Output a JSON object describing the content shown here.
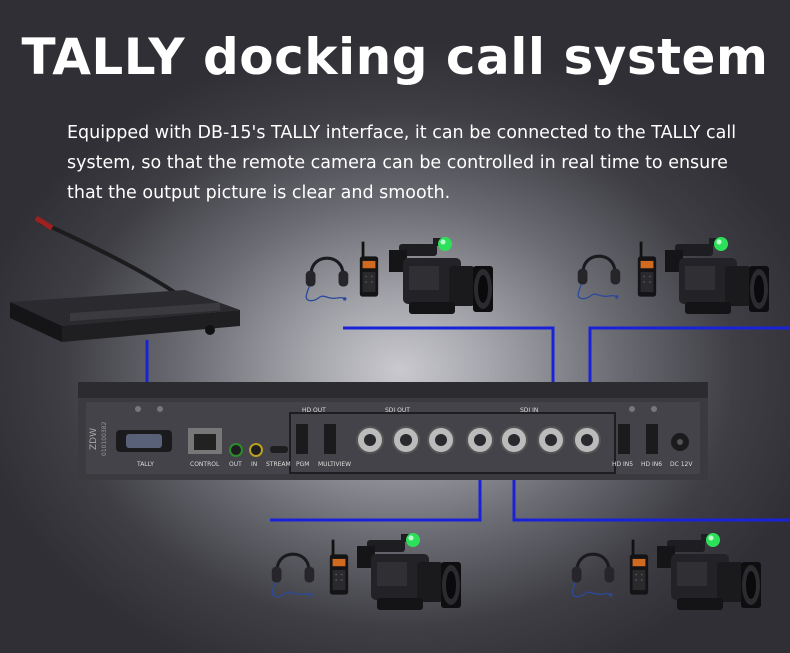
{
  "headline": "TALLY docking call system",
  "description": [
    "Equipped with DB-15's TALLY interface, it can be connected to the TALLY call",
    "system, so that the remote camera can be controlled in real time to ensure",
    "that the output picture is clear and smooth."
  ],
  "device": {
    "brand": "ZDW",
    "serial": "010100382",
    "port_labels": {
      "tally": "TALLY",
      "control": "CONTROL",
      "out": "OUT",
      "in": "IN",
      "stream": "STREAM",
      "pgm": "PGM",
      "multiview": "MULTIVIEW",
      "hd_out": "HD OUT",
      "sdi_out": "SDI OUT",
      "sdi_in": "SDI IN",
      "hd_in5": "HD IN5",
      "hd_in6": "HD IN6",
      "dc12v": "DC 12V"
    }
  },
  "colors": {
    "signal_line": "#1a22d8",
    "tally_light": "#2de05a"
  },
  "icons": [
    "headset-icon",
    "walkie-talkie-icon",
    "video-camera-icon",
    "tally-call-console-icon"
  ]
}
